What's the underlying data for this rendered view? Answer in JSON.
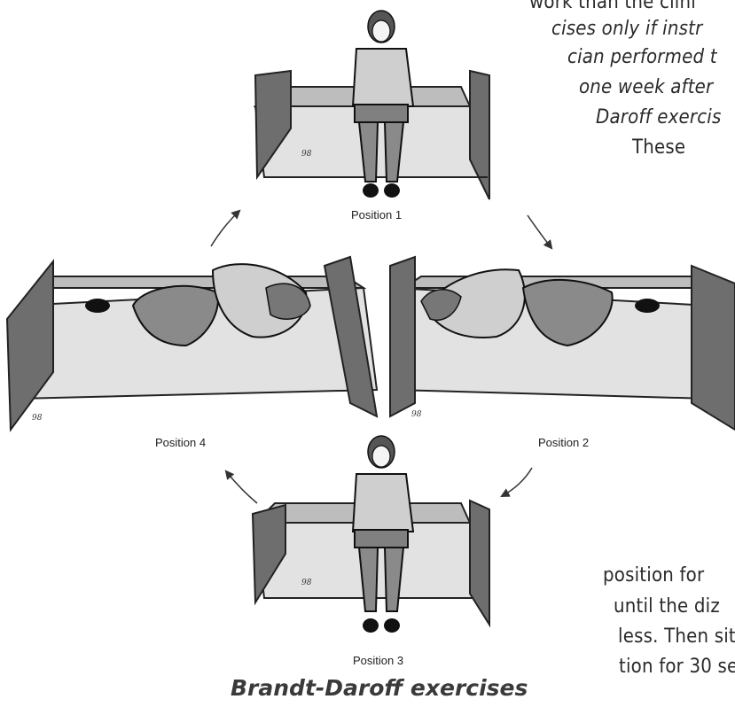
{
  "text_top": [
    {
      "text": "work than the clini",
      "italic": false
    },
    {
      "text": "cises only if instr",
      "italic": true
    },
    {
      "text": "cian performed t",
      "italic": true
    },
    {
      "text": "one week after",
      "italic": true
    },
    {
      "text": "Daroff exercis",
      "italic": true
    },
    {
      "text": "These",
      "italic": false
    }
  ],
  "text_bottom": [
    "position for",
    "until the diz",
    "less. Then sit",
    "tion for 30 se"
  ],
  "positions": {
    "p1": "Position 1",
    "p2": "Position 2",
    "p3": "Position 3",
    "p4": "Position 4"
  },
  "caption": "Brandt-Daroff exercises",
  "signature": "98"
}
